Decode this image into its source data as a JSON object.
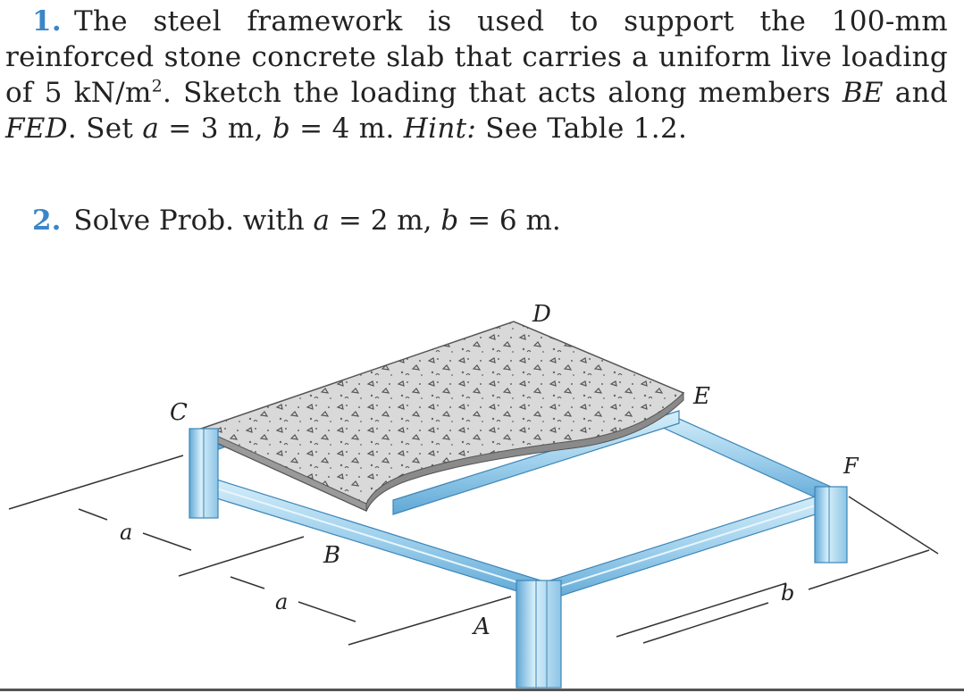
{
  "problem1": {
    "number": "1.",
    "t1": "The steel framework is used to support the 100-mm reinforced stone concrete slab that carries a uniform live loading of 5 kN/m",
    "t1_sup": "2",
    "t2": ". Sketch the loading that acts along members ",
    "m1": "BE",
    "t3": " and ",
    "m2": "FED",
    "t4": ". Set ",
    "eqa": "a",
    "t5": " = 3 m, ",
    "eqb": "b",
    "t6": " = 4 m. ",
    "hint": "Hint:",
    "t7": " See Table 1.2."
  },
  "problem2": {
    "number": "2.",
    "t1": "Solve Prob. with ",
    "eqa": "a",
    "t2": " = 2 m, ",
    "eqb": "b",
    "t3": " = 6 m."
  },
  "figure": {
    "labels": {
      "A": "A",
      "B": "B",
      "C": "C",
      "D": "D",
      "E": "E",
      "F": "F",
      "a_top": "a",
      "a_bottom": "a",
      "b": "b"
    },
    "colors": {
      "steel": "#9fd0ec",
      "steel_dark": "#5fa8d6",
      "steel_light": "#d6eef9",
      "concrete": "#d9d9d9",
      "slab_edge": "#8a8a8a"
    }
  }
}
